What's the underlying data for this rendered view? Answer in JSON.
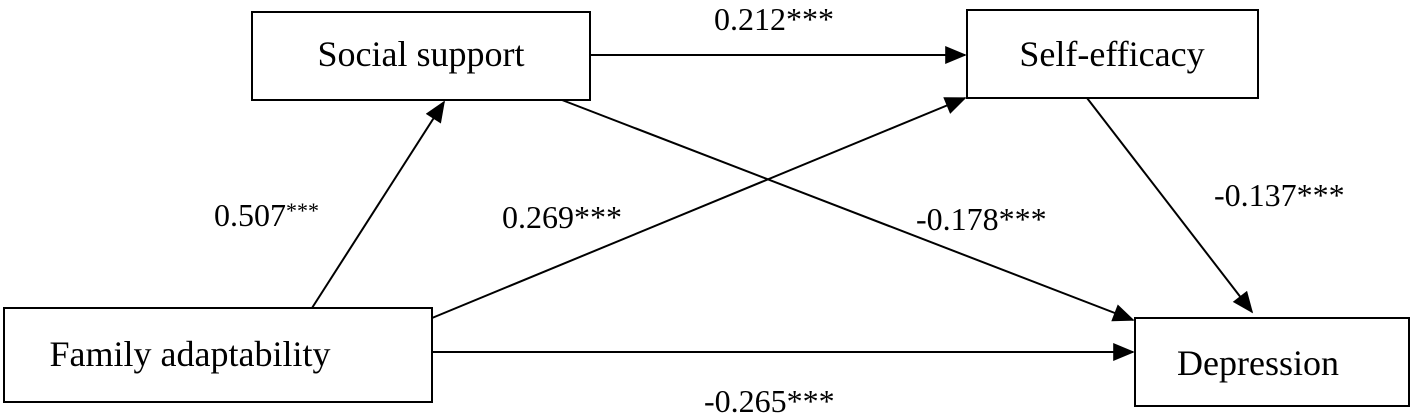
{
  "nodes": {
    "social_support": "Social support",
    "self_efficacy": "Self-efficacy",
    "family_adaptability": "Family adaptability",
    "depression": "Depression"
  },
  "paths": {
    "fa_to_ss": {
      "value": "0.507",
      "sig": "***"
    },
    "ss_to_se": "0.212***",
    "fa_to_se": "0.269***",
    "ss_to_dep": "-0.178***",
    "se_to_dep": "-0.137***",
    "fa_to_dep": "-0.265***"
  },
  "colors": {
    "line": "#000000",
    "box_fill": "#ffffff"
  }
}
